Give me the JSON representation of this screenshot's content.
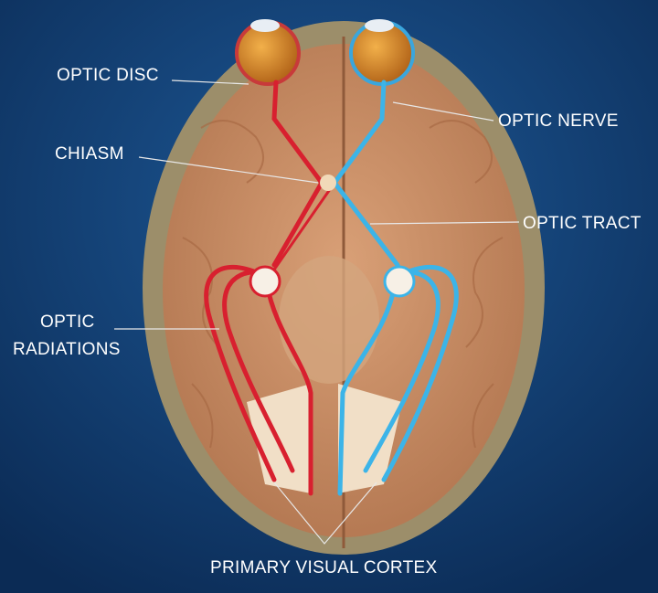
{
  "labels": {
    "optic_disc": "OPTIC DISC",
    "optic_nerve": "OPTIC NERVE",
    "chiasm": "CHIASM",
    "optic_tract": "OPTIC TRACT",
    "optic_radiations_1": "OPTIC",
    "optic_radiations_2": "RADIATIONS",
    "primary_visual_cortex": "PRIMARY VISUAL CORTEX"
  },
  "colors": {
    "background_top": "#1d5896",
    "background_bottom": "#0b2b55",
    "left_pathway": "#d8202f",
    "right_pathway": "#3cb4e8",
    "brain": "#c98c62",
    "skull": "#9c8e6a"
  }
}
